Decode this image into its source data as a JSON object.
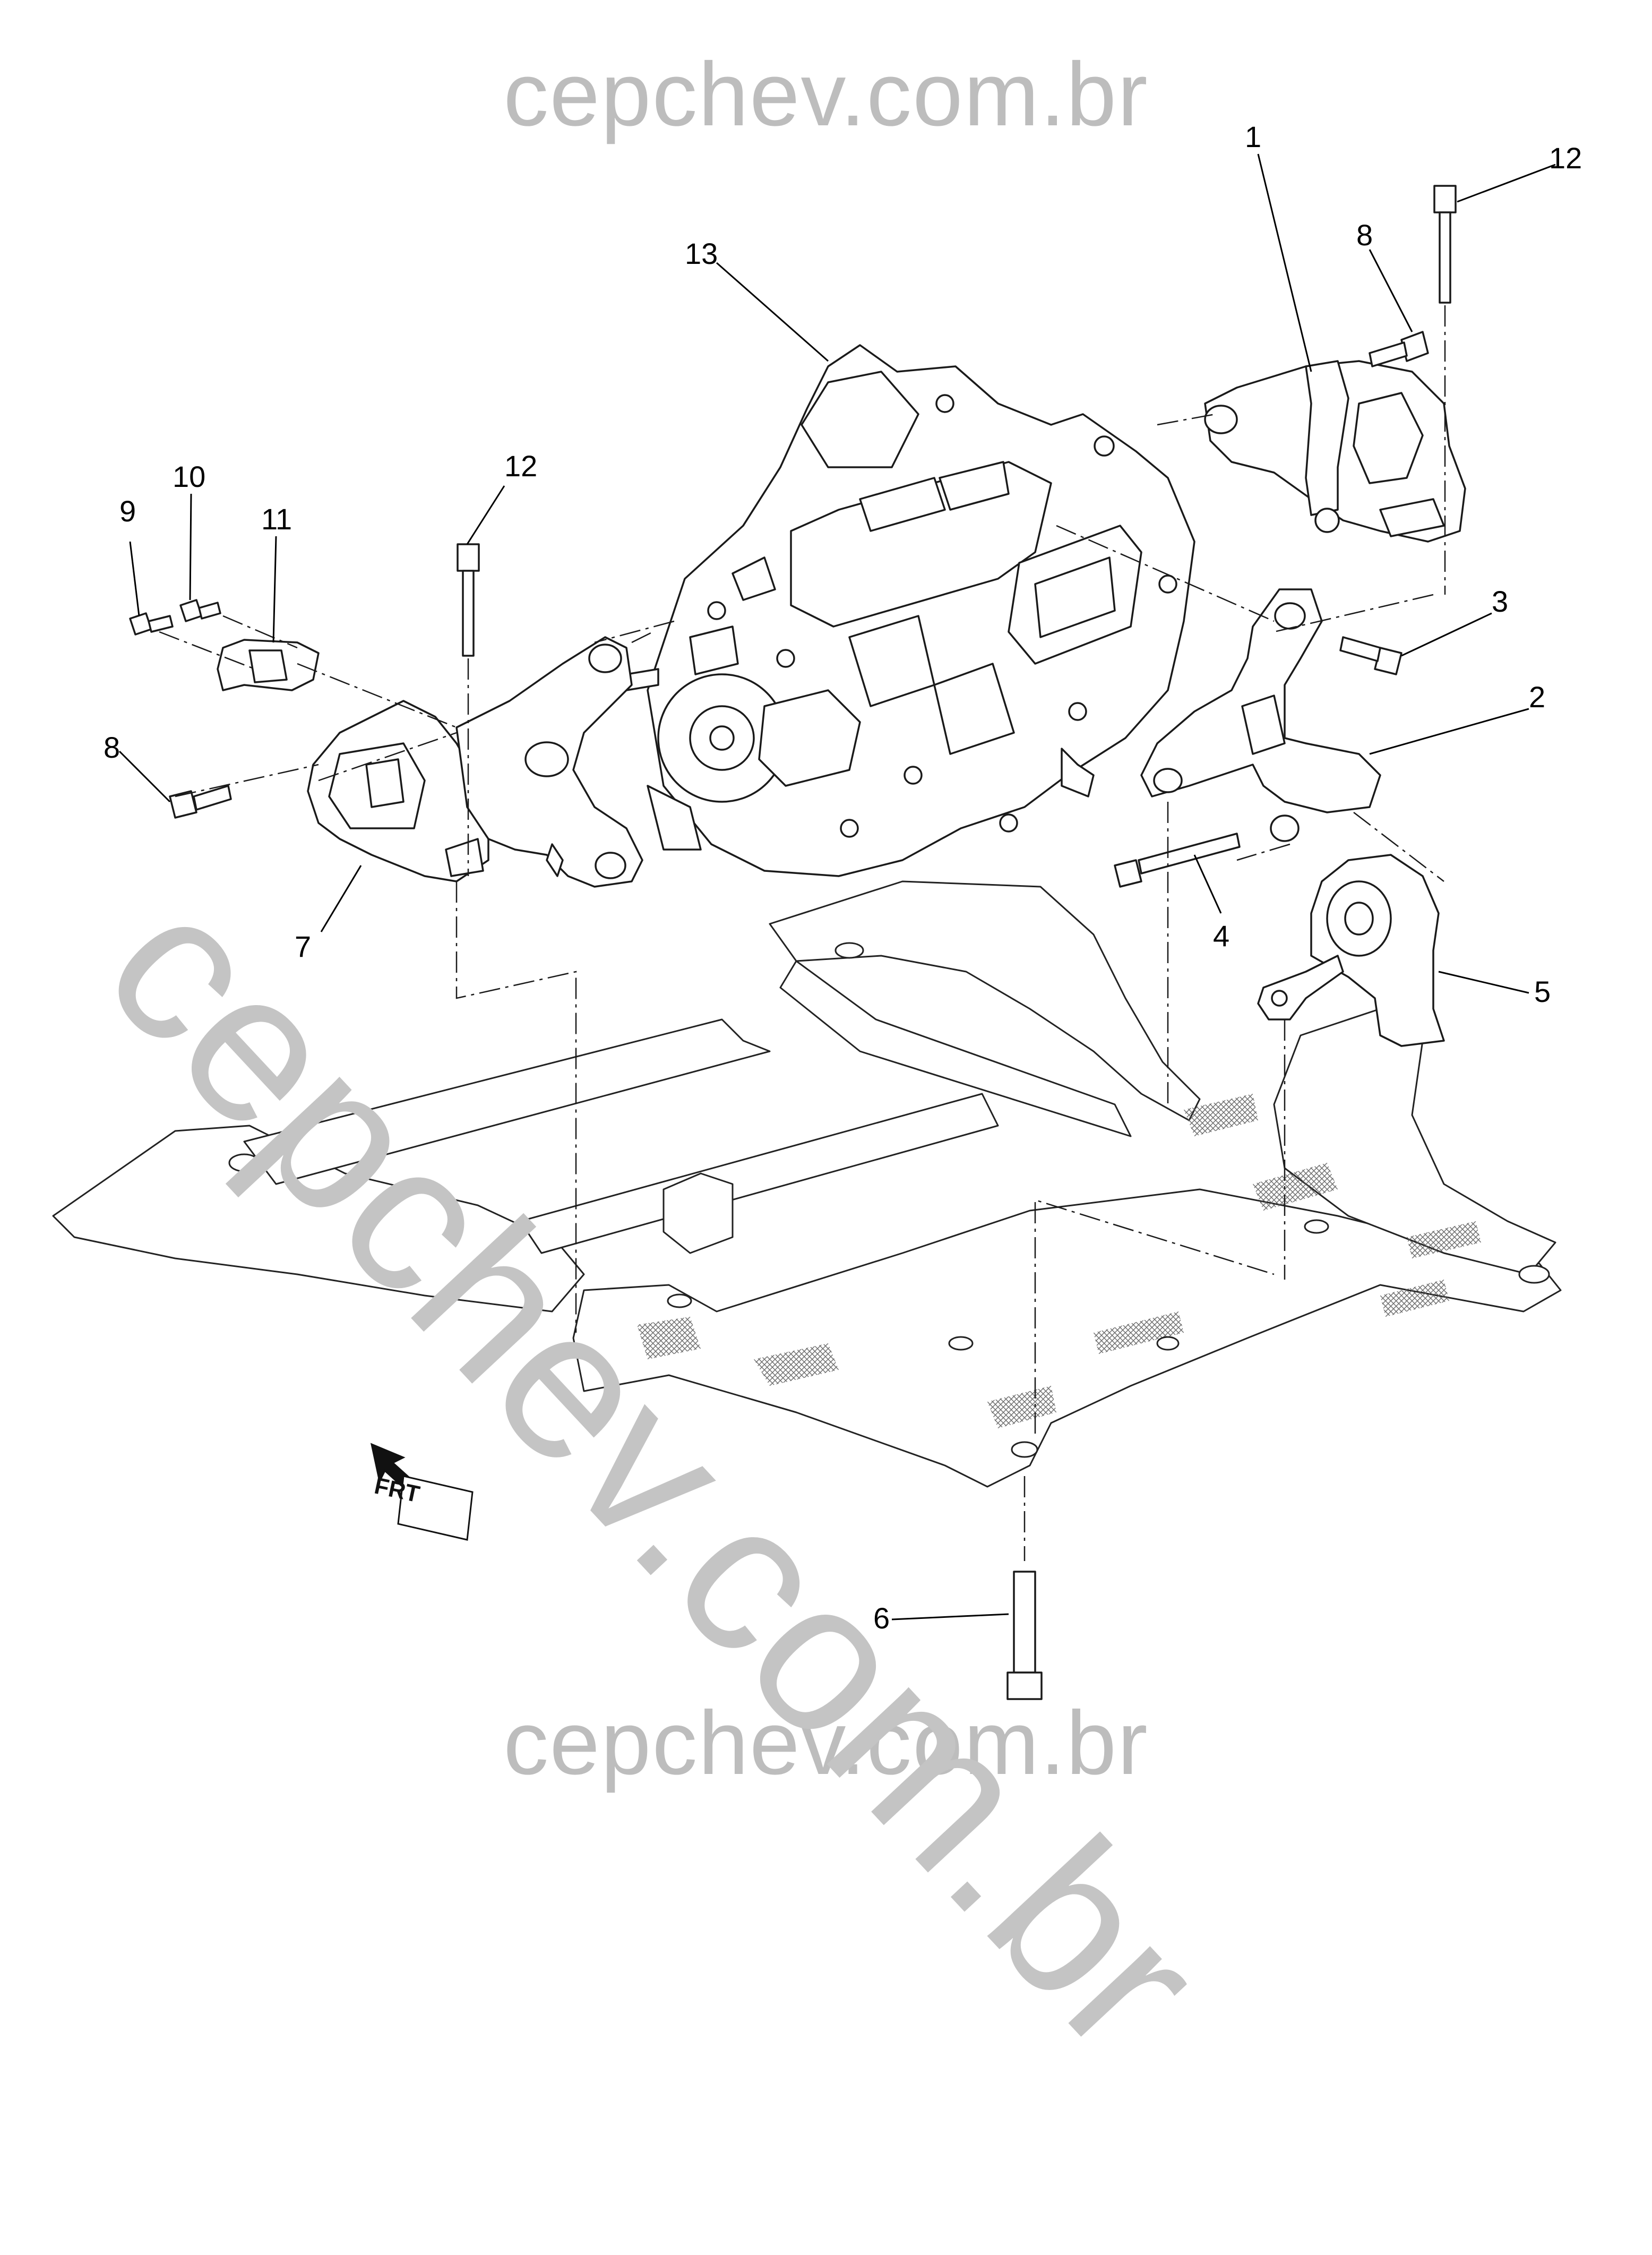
{
  "watermark": {
    "top": "cepchev.com.br",
    "bottom": "cepchev.com.br",
    "diagonal": "cepchev.com.br"
  },
  "orientation_label": "FRT",
  "callouts": {
    "c1": "1",
    "c2": "2",
    "c3": "3",
    "c4": "4",
    "c5": "5",
    "c6": "6",
    "c7": "7",
    "c8_right": "8",
    "c8_left": "8",
    "c9": "9",
    "c10": "10",
    "c11": "11",
    "c12_right": "12",
    "c12_left": "12",
    "c13": "13"
  },
  "colors": {
    "line": "#1a1a1a",
    "watermark": "#bdbdbd",
    "frame_fill": "#ffffff",
    "mesh": "#555555"
  }
}
